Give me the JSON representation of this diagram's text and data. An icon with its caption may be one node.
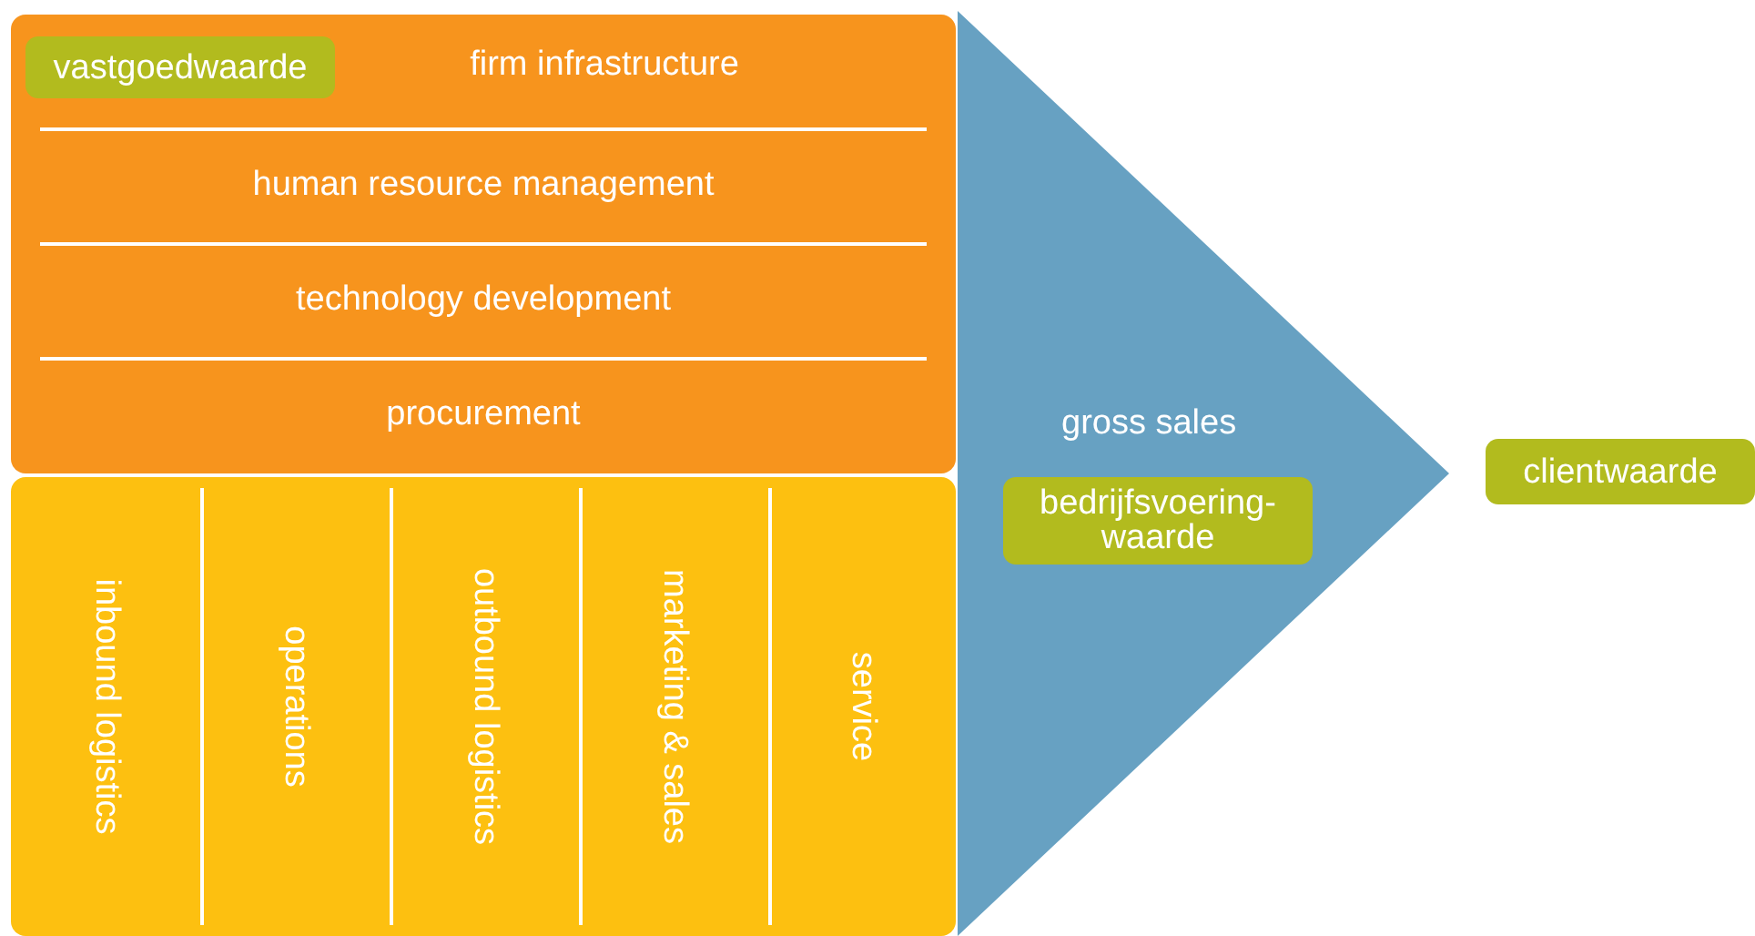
{
  "diagram": {
    "nodes": [
      {
        "text": [],
        "shape": "box"
      },
      {
        "text": [
          "vastgoedwaarde"
        ],
        "in": 0
      },
      {
        "text": [
          "firm infrastructure"
        ],
        "in": 0
      },
      {
        "text": [
          "human resource management"
        ],
        "in": 0
      },
      {
        "text": [
          "technology development"
        ],
        "in": 0
      },
      {
        "text": [
          "procurement"
        ],
        "in": 0
      },
      {
        "text": [],
        "shape": "box"
      },
      {
        "text": [
          "inbound logistics"
        ],
        "in": 6
      },
      {
        "text": [
          "operations"
        ],
        "in": 6
      },
      {
        "text": [
          "outbound logistics"
        ],
        "in": 6
      },
      {
        "text": [
          "marketing & sales"
        ],
        "in": 6
      },
      {
        "text": [
          "service"
        ],
        "in": 6
      },
      {
        "text": [
          "gross sales"
        ]
      },
      {
        "text": [
          "bedrijfsvoering- waarde"
        ],
        "in": 12
      },
      {
        "text": [
          "clientwaarde"
        ]
      }
    ],
    "edges": []
  }
}
